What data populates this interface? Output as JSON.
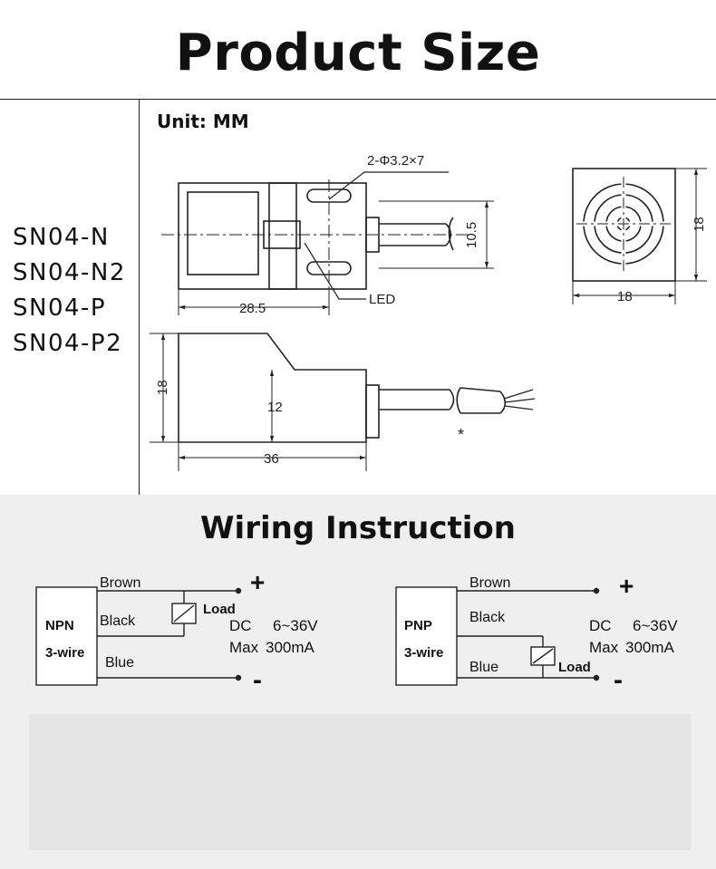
{
  "title": "Product Size",
  "models": [
    "SN04-N",
    "SN04-N2",
    "SN04-P",
    "SN04-P2"
  ],
  "unit_label": "Unit: MM",
  "dimensions": {
    "hole": "2-Φ3.2×7",
    "d_10_5": "10.5",
    "d_28_5": "28.5",
    "led": "LED",
    "d_18_side": "18",
    "d_18_bottom": "18",
    "d_18_left": "18",
    "d_12": "12",
    "d_36": "36",
    "asterisk": "*"
  },
  "wiring": {
    "title": "Wiring Instruction",
    "npn": {
      "type": "NPN",
      "wire": "3-wire",
      "brown": "Brown",
      "black": "Black",
      "blue": "Blue",
      "load": "Load",
      "plus": "+",
      "minus": "-",
      "dc": "DC",
      "voltage": "6~36V",
      "max": "Max",
      "current": "300mA"
    },
    "pnp": {
      "type": "PNP",
      "wire": "3-wire",
      "brown": "Brown",
      "black": "Black",
      "blue": "Blue",
      "load": "Load",
      "plus": "+",
      "minus": "-",
      "dc": "DC",
      "voltage": "6~36V",
      "max": "Max",
      "current": "300mA"
    }
  }
}
